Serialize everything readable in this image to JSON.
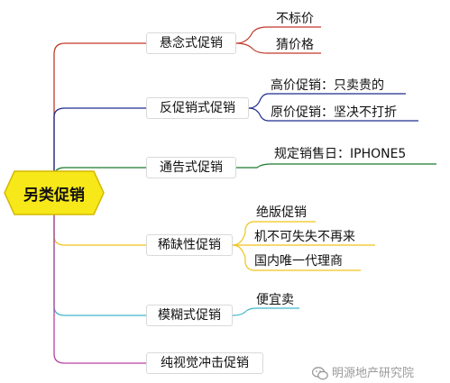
{
  "root": {
    "label": "另类促销"
  },
  "branches": [
    {
      "label": "悬念式促销",
      "color": "#c0392b",
      "leaves": [
        "不标价",
        "猜价格"
      ]
    },
    {
      "label": "反促销式促销",
      "color": "#1f2d8f",
      "leaves": [
        "高价促销：只卖贵的",
        "原价促销：坚决不打折"
      ]
    },
    {
      "label": "通告式促销",
      "color": "#1b7a2c",
      "leaves": [
        "规定销售日：IPHONE5"
      ]
    },
    {
      "label": "稀缺性促销",
      "color": "#f0c419",
      "leaves": [
        "绝版促销",
        "机不可失失不再来",
        "国内唯一代理商"
      ]
    },
    {
      "label": "模糊式促销",
      "color": "#3fb7c9",
      "leaves": [
        "便宜卖"
      ]
    },
    {
      "label": "纯视觉冲击促销",
      "color": "#b8409a",
      "leaves": []
    }
  ],
  "colors": {
    "root_fill": "#f7e81a",
    "root_stroke": "#d4b800",
    "box_border": "#d9d9d9"
  },
  "watermark": {
    "text": "明源地产研究院",
    "icon": "wechat-icon"
  }
}
